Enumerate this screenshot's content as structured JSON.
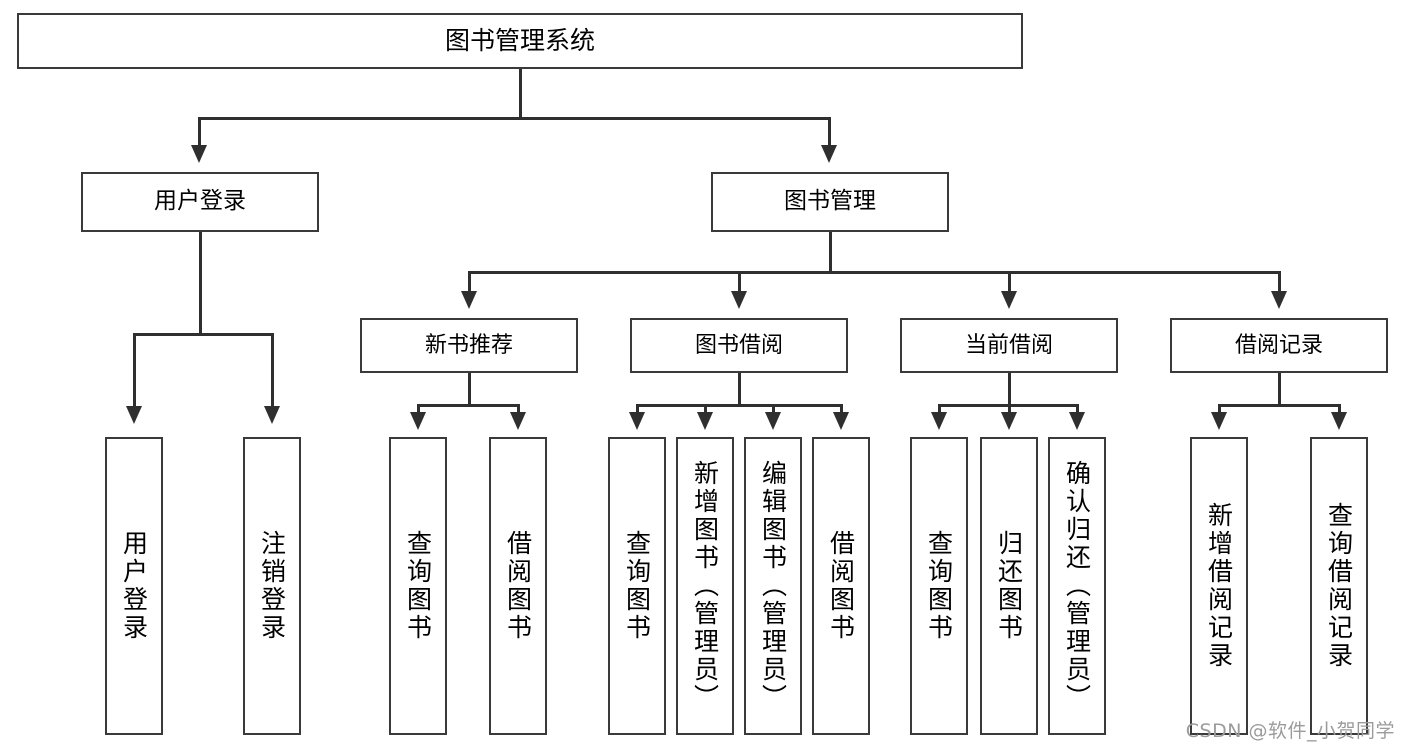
{
  "diagram": {
    "title": "图书管理系统",
    "type": "tree",
    "root": {
      "label": "图书管理系统"
    },
    "level1": [
      {
        "label": "用户登录"
      },
      {
        "label": "图书管理"
      }
    ],
    "level2": [
      {
        "label": "新书推荐"
      },
      {
        "label": "图书借阅"
      },
      {
        "label": "当前借阅"
      },
      {
        "label": "借阅记录"
      }
    ],
    "leaves": {
      "user_login": [
        {
          "label": "用户登录"
        },
        {
          "label": "注销登录"
        }
      ],
      "new_book_recommend": [
        {
          "label": "查询图书"
        },
        {
          "label": "借阅图书"
        }
      ],
      "book_borrow": [
        {
          "label": "查询图书"
        },
        {
          "label": "新增图书（管理员）"
        },
        {
          "label": "编辑图书（管理员）"
        },
        {
          "label": "借阅图书"
        }
      ],
      "current_borrow": [
        {
          "label": "查询图书"
        },
        {
          "label": "归还图书"
        },
        {
          "label": "确认归还（管理员）"
        }
      ],
      "borrow_record": [
        {
          "label": "新增借阅记录"
        },
        {
          "label": "查询借阅记录"
        }
      ]
    }
  },
  "watermark": {
    "text": "CSDN @软件_小贺同学"
  },
  "colors": {
    "border": "#3a3a3a",
    "line": "#2f2f2f",
    "background": "#ffffff",
    "text": "#000000",
    "watermark": "#9b9b9b"
  }
}
